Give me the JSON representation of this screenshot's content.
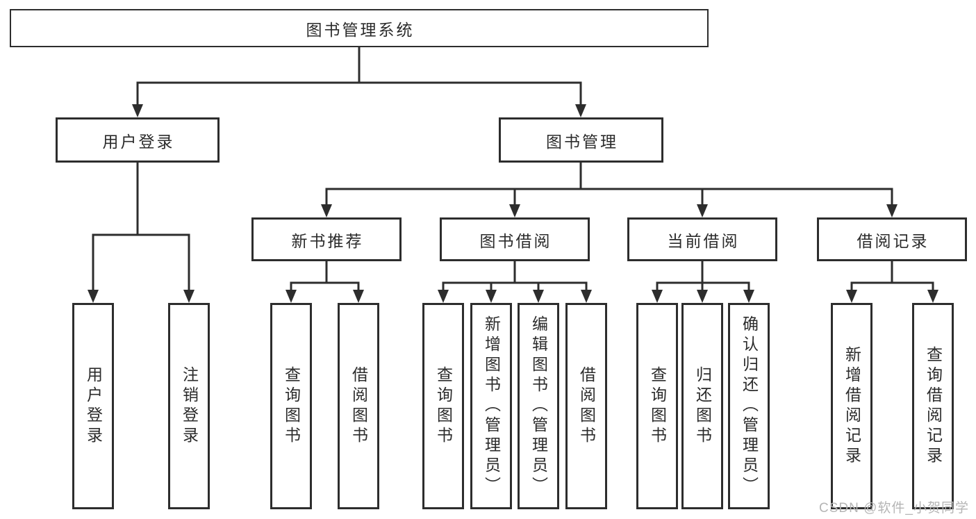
{
  "diagram_title": "图书管理系统",
  "tree": {
    "root": {
      "label": "图书管理系统",
      "children": [
        {
          "label": "用户登录",
          "children": [
            {
              "label": "用户登录"
            },
            {
              "label": "注销登录"
            }
          ]
        },
        {
          "label": "图书管理",
          "children": [
            {
              "label": "新书推荐",
              "children": [
                {
                  "label": "查询图书"
                },
                {
                  "label": "借阅图书"
                }
              ]
            },
            {
              "label": "图书借阅",
              "children": [
                {
                  "label": "查询图书"
                },
                {
                  "label": "新增图书（管理员）"
                },
                {
                  "label": "编辑图书（管理员）"
                },
                {
                  "label": "借阅图书"
                }
              ]
            },
            {
              "label": "当前借阅",
              "children": [
                {
                  "label": "查询图书"
                },
                {
                  "label": "归还图书"
                },
                {
                  "label": "确认归还（管理员）"
                }
              ]
            },
            {
              "label": "借阅记录",
              "children": [
                {
                  "label": "新增借阅记录"
                },
                {
                  "label": "查询借阅记录"
                }
              ]
            }
          ]
        }
      ]
    }
  },
  "colors": {
    "line": "#2d2d2d",
    "box_border": "#2d2d2d",
    "text": "#2b2b2b",
    "background": "#ffffff",
    "watermark": "#b5b5b5"
  },
  "watermark": {
    "text": "CSDN @软件_小贺同学"
  }
}
